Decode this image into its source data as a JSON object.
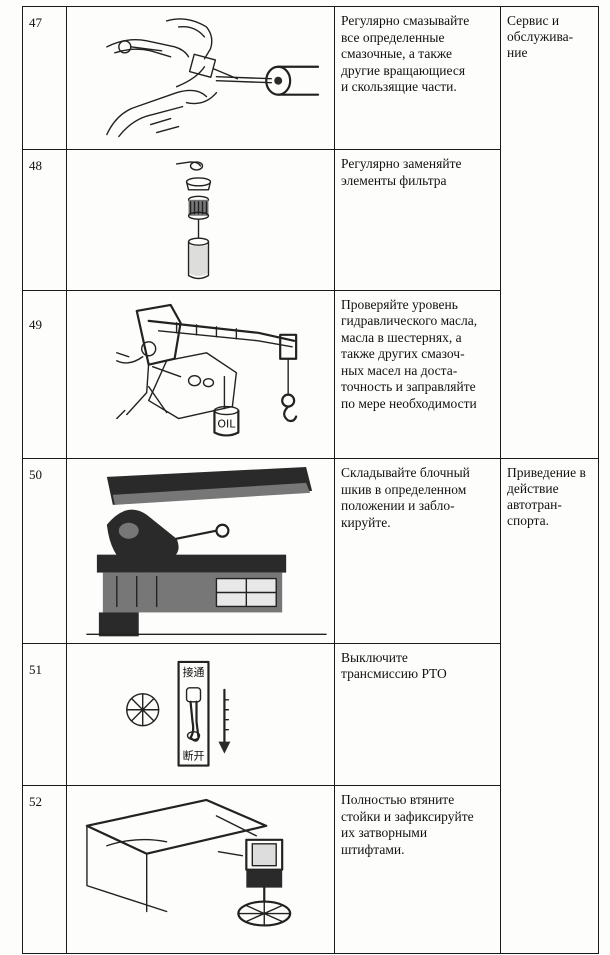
{
  "rows": [
    {
      "num": "47",
      "text": "Регулярно смазывайте\nвсе определенные\nсмазочные, а также\nдругие вращающиеся\nи скользящие части.",
      "section": "Сервис и\nобслужива-\nние",
      "picture_icon": "grease-gun-lubrication-icon"
    },
    {
      "num": "48",
      "text": "Регулярно заменяйте\nэлементы фильтра",
      "picture_icon": "filter-element-icon"
    },
    {
      "num": "49",
      "text": "Проверяйте уровень\nгидравлического масла,\nмасла в шестернях, а\nтакже других смазоч-\nных масел на доста-\nточность и заправляйте\nпо мере необходимости",
      "picture_icon": "oil-can-crane-icon",
      "oil_label": "OIL"
    },
    {
      "num": "50",
      "text": "Складывайте блочный\nшкив в определенном\nположении и забло-\nкируйте.",
      "section": "Приведение в\nдействие\nавтотран-\nспорта.",
      "picture_icon": "stowed-hook-block-icon"
    },
    {
      "num": "51",
      "text": "Выключите\nтрансмиссию PTO",
      "picture_icon": "pto-switch-icon",
      "switch_on": "接通",
      "switch_off": "断开"
    },
    {
      "num": "52",
      "text": "Полностью втяните\nстойки и зафиксируйте\nих затворными\nштифтами.",
      "picture_icon": "outrigger-lock-pin-icon"
    }
  ]
}
